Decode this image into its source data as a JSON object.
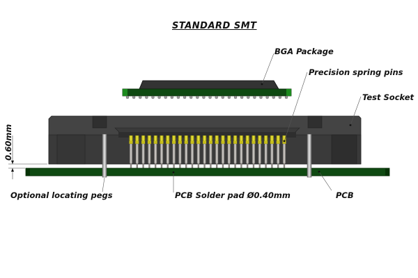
{
  "title": "STANDARD  SMT",
  "labels": {
    "bga_package": "BGA Package",
    "spring_pins": "Precision spring pins",
    "test_socket": "Test Socket",
    "dimension": "0.60mm",
    "locating_pegs": "Optional locating pegs",
    "solder_pad": "PCB Solder pad Ø0.40mm",
    "pcb": "PCB"
  },
  "components": {
    "pin_count": 26,
    "bga_ball_count": 26
  },
  "colors": {
    "pcb_green": "#0f4a12",
    "pcb_edge": "#1c7a1e",
    "socket_dark": "#3a3a3a",
    "socket_body": "#444444",
    "pin_gold": "#d8d020",
    "pin_silver": "#a8a8a8",
    "bga_body": "#333333"
  }
}
